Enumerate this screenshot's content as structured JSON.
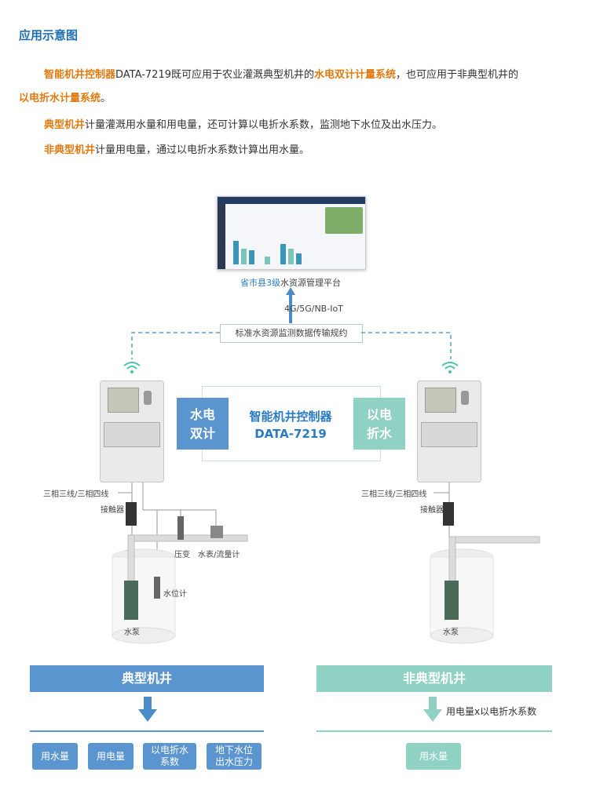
{
  "heading": "应用示意图",
  "intro": {
    "p1_hl1": "智能机井控制器",
    "p1_t1": "DATA-7219既可应用于农业灌溉典型机井的",
    "p1_hl2": "水电双计计量系统",
    "p1_t2": "，也可应用于非典型机井的",
    "p1_hl3": "以电折水计量系统",
    "p1_t3": "。",
    "p2_hl": "典型机井",
    "p2_t": "计量灌溉用水量和用电量，还可计算以电折水系数，监测地下水位及出水压力。",
    "p3_hl": "非典型机井",
    "p3_t": "计量用电量，通过以电折水系数计算出用水量。"
  },
  "platform": {
    "prefix": "省市县3级",
    "suffix": "水资源管理平台"
  },
  "network": "4G/5G/NB-IoT",
  "protocol": "标准水资源监测数据传输规约",
  "center": {
    "left_box": [
      "水电",
      "双计"
    ],
    "title": "智能机井控制器",
    "model": "DATA-7219",
    "right_box": [
      "以电",
      "折水"
    ]
  },
  "left": {
    "wire": "三相三线/三相四线",
    "contactor": "接触器",
    "pressure": "压变",
    "meter": "水表/流量计",
    "level": "水位计",
    "pump": "水泵"
  },
  "right": {
    "wire": "三相三线/三相四线",
    "contactor": "接触器",
    "pump": "水泵"
  },
  "typical": {
    "title": "典型机井",
    "tags": [
      "用水量",
      "用电量",
      "以电折水\n系数",
      "地下水位\n出水压力"
    ]
  },
  "atypical": {
    "title": "非典型机井",
    "formula": "用电量x以电折水系数",
    "tags": [
      "用水量"
    ]
  },
  "colors": {
    "blue": "#5a95cf",
    "teal": "#8fd1c2",
    "orange": "#e07a10",
    "dashed": "#5a9fd4"
  }
}
